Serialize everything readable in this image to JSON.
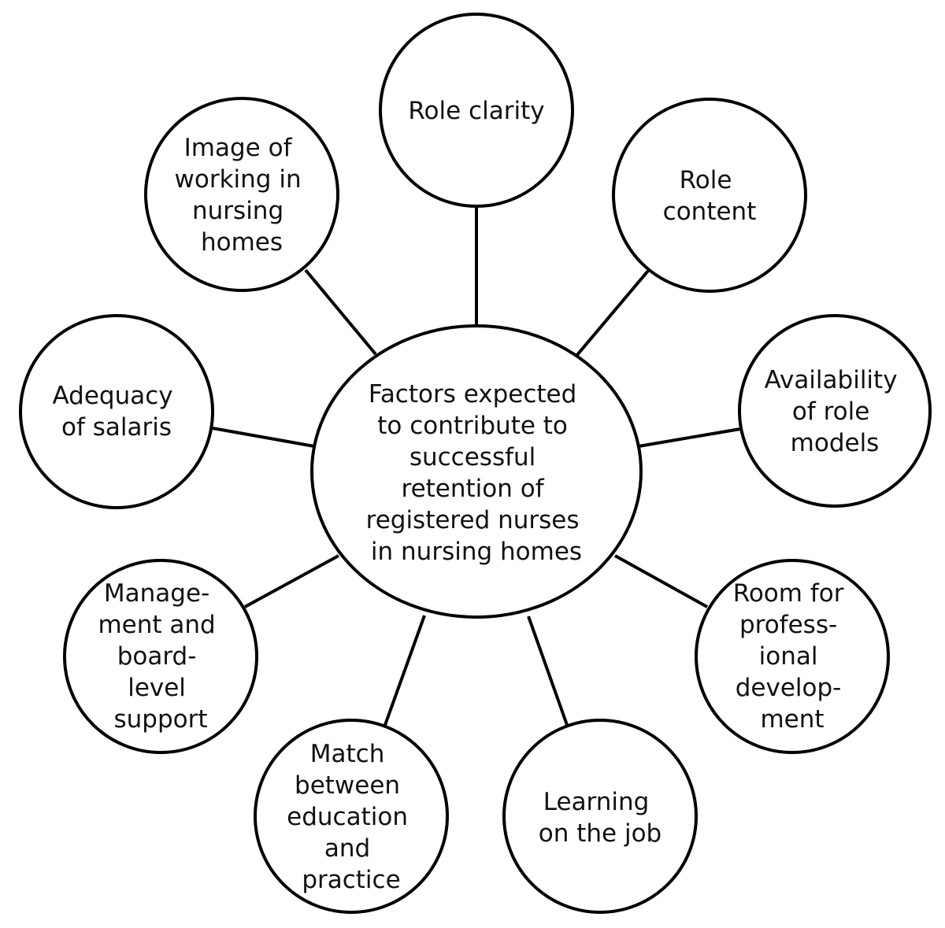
{
  "diagram": {
    "center": {
      "lines": [
        "Factors expected",
        "to contribute to",
        "successful",
        "retention of",
        "registered nurses",
        "in nursing homes"
      ]
    },
    "nodes": [
      {
        "id": "role-clarity",
        "lines": [
          "Role clarity"
        ]
      },
      {
        "id": "role-content",
        "lines": [
          "Role",
          "content"
        ]
      },
      {
        "id": "availability-of-role-models",
        "lines": [
          "Availability",
          "of role",
          "models"
        ]
      },
      {
        "id": "room-for-professional-development",
        "lines": [
          "Room for",
          "profess-",
          "ional",
          "develop-",
          "ment"
        ]
      },
      {
        "id": "learning-on-the-job",
        "lines": [
          "Learning",
          "on the job"
        ]
      },
      {
        "id": "match-between-education-and-practice",
        "lines": [
          "Match",
          "between",
          "education",
          "and",
          "practice"
        ]
      },
      {
        "id": "management-and-board-level-support",
        "lines": [
          "Manage-",
          "ment and",
          "board-",
          "level",
          "support"
        ]
      },
      {
        "id": "adequacy-of-salaris",
        "lines": [
          "Adequacy",
          "of salaris"
        ]
      },
      {
        "id": "image-of-working-in-nursing-homes",
        "lines": [
          "Image of",
          "working in",
          "nursing",
          "homes"
        ]
      }
    ]
  }
}
